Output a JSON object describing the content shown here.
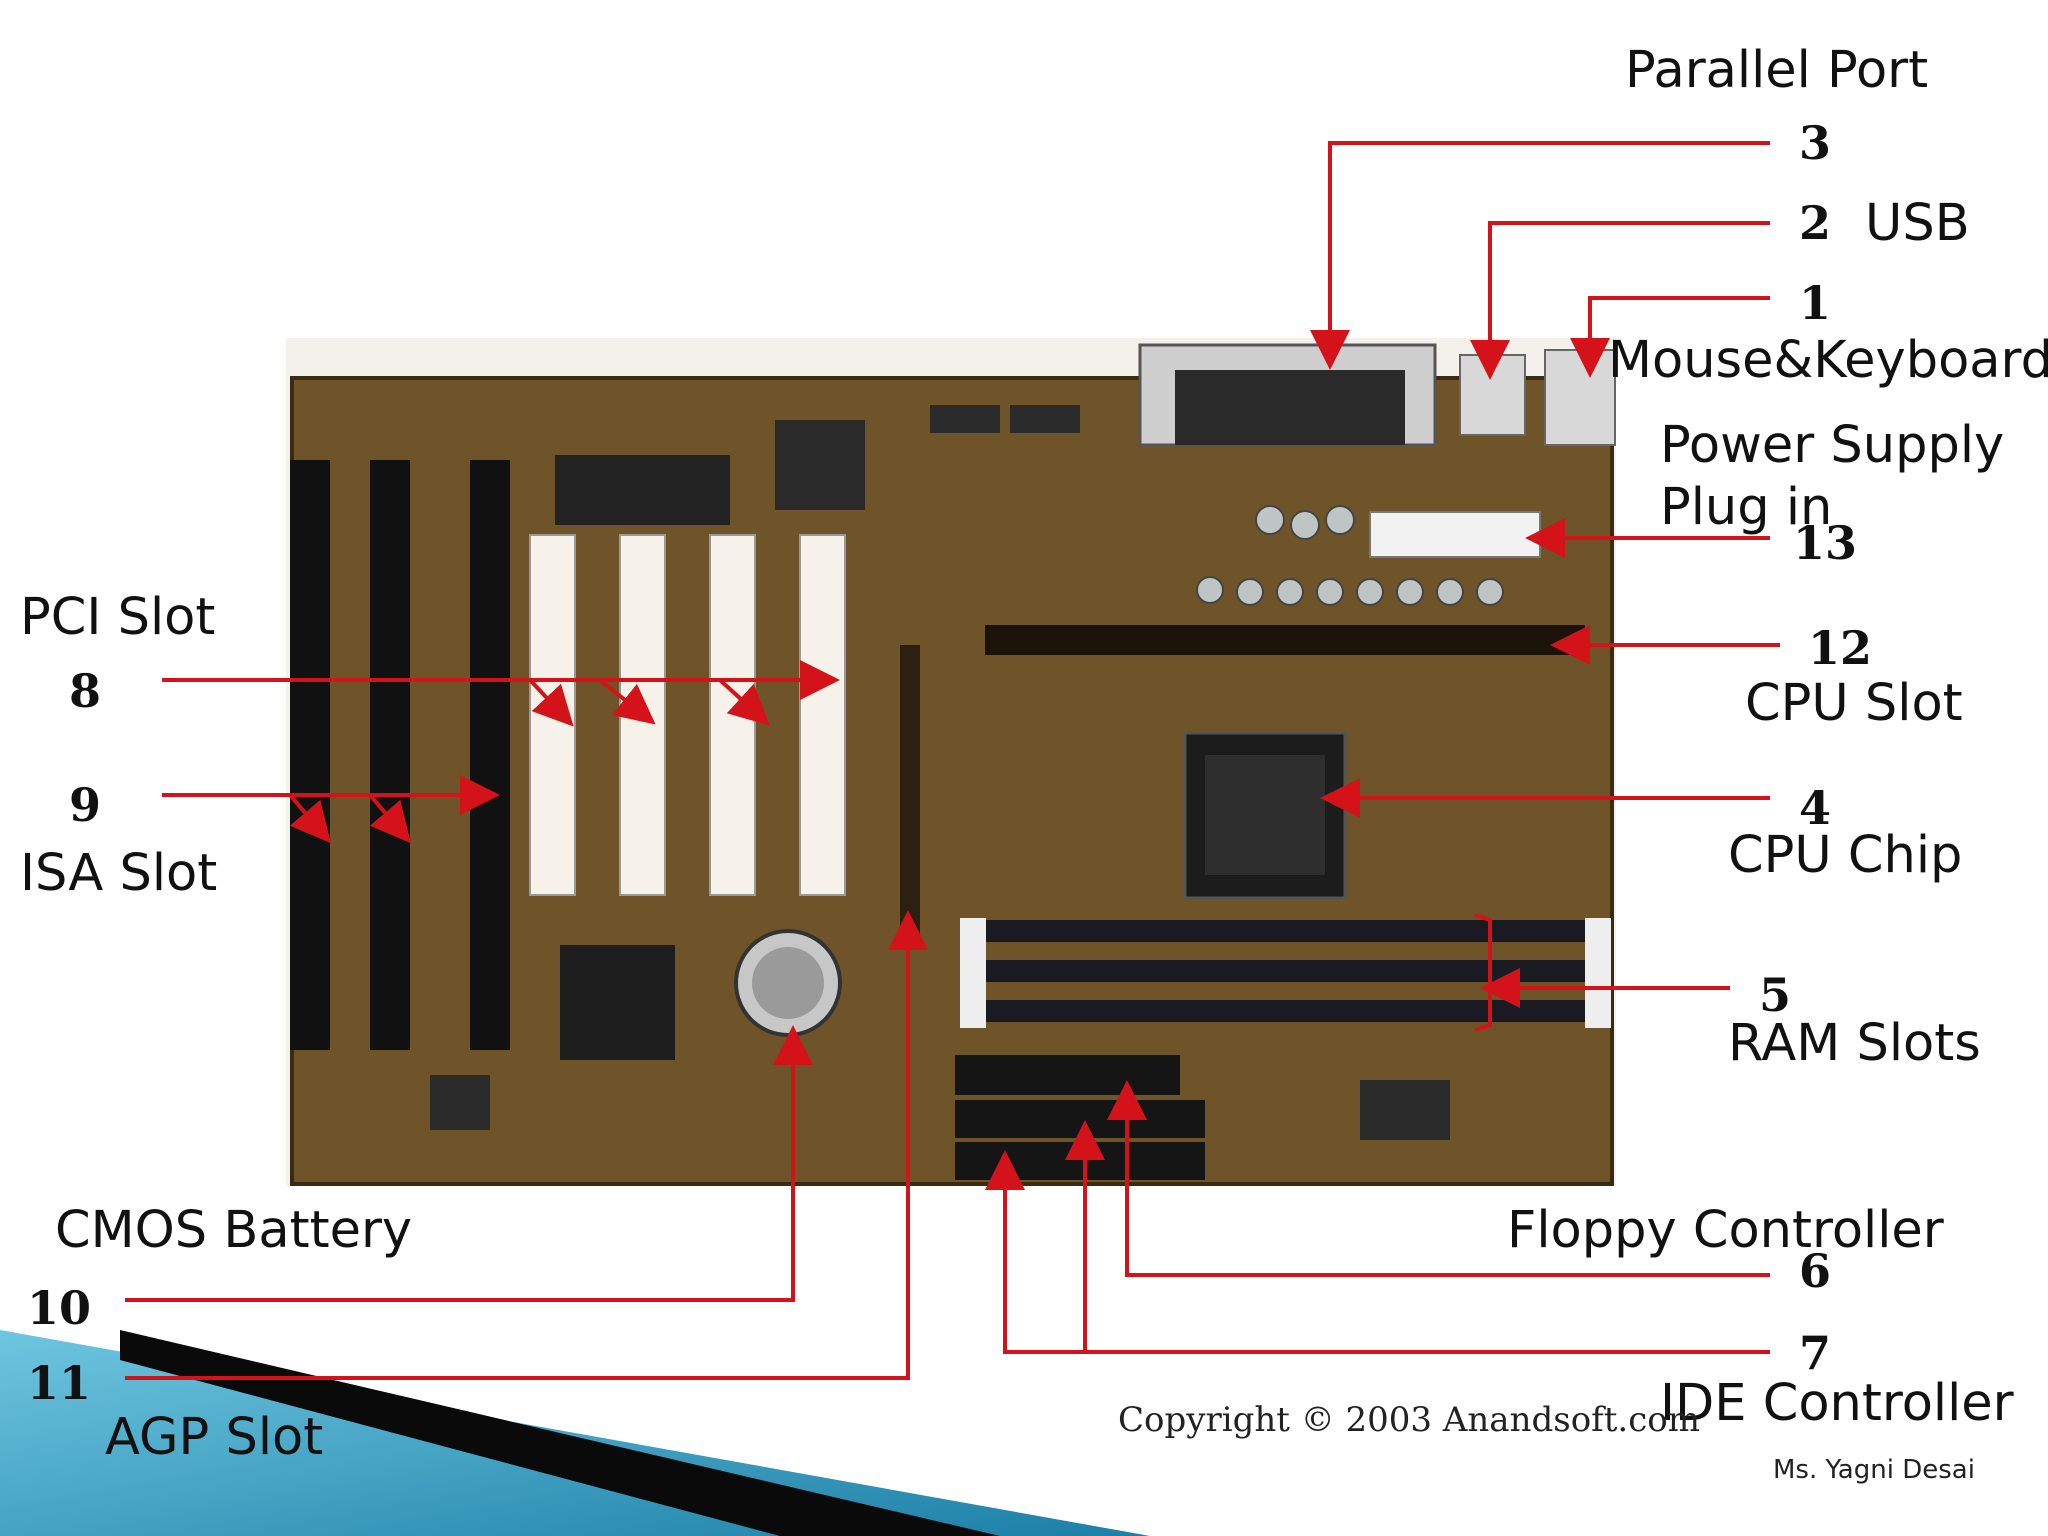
{
  "labels": {
    "parallel_port": "Parallel Port",
    "usb": "USB",
    "mouse_keyboard": "Mouse&Keyboard",
    "power_supply_line1": "Power Supply",
    "power_supply_line2": "Plug in",
    "pci_slot": "PCI Slot",
    "isa_slot": "ISA Slot",
    "cpu_slot": "CPU Slot",
    "cpu_chip": "CPU Chip",
    "ram_slots": "RAM Slots",
    "cmos_battery": "CMOS Battery",
    "floppy_controller": "Floppy Controller",
    "ide_controller": "IDE Controller",
    "agp_slot": "AGP Slot"
  },
  "numbers": {
    "n1": "1",
    "n2": "2",
    "n3": "3",
    "n4": "4",
    "n5": "5",
    "n6": "6",
    "n7": "7",
    "n8": "8",
    "n9": "9",
    "n10": "10",
    "n11": "11",
    "n12": "12",
    "n13": "13"
  },
  "copyright": "Copyright © 2003 Anandsoft.com",
  "author": "Ms. Yagni Desai",
  "colors": {
    "leader_line": "#d4121a",
    "board": "#6e5428",
    "slide_accent": "#1f8fb4"
  }
}
